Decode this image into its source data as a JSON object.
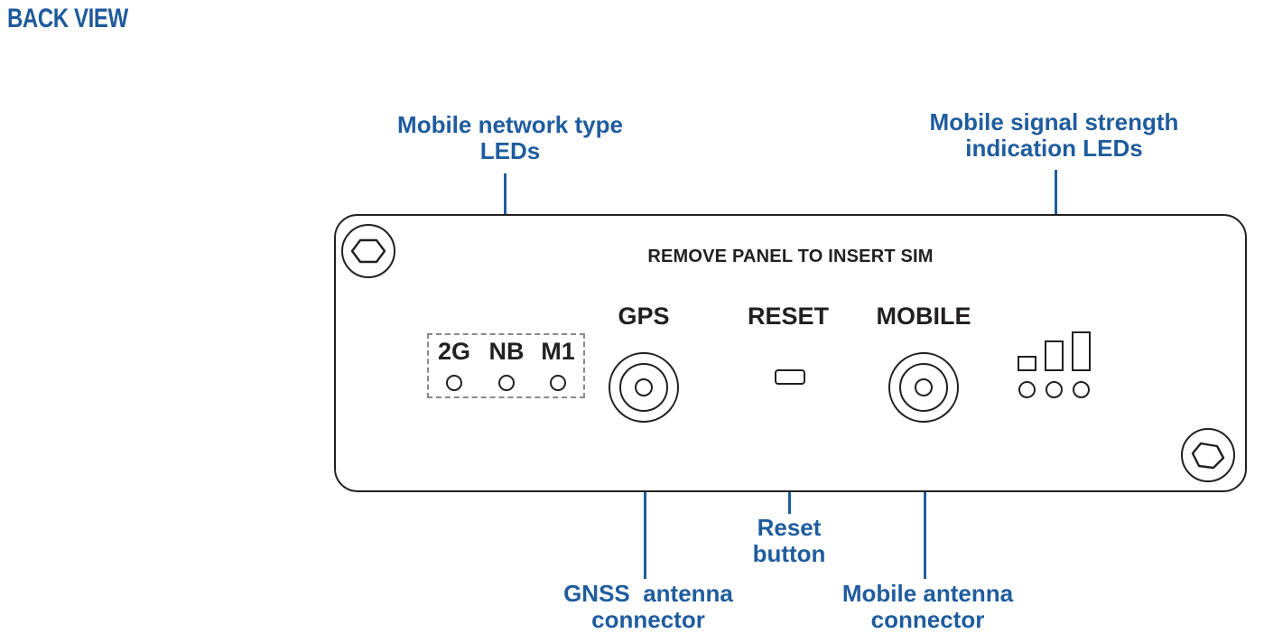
{
  "title": "BACK VIEW",
  "panel": {
    "sim_notice": "REMOVE PANEL TO INSERT SIM",
    "component_labels": {
      "gps": "GPS",
      "reset": "RESET",
      "mobile": "MOBILE"
    },
    "network_leds": {
      "tags": [
        "2G",
        "NB",
        "M1"
      ]
    },
    "signal_leds": {
      "bar_count": 3,
      "dot_count": 3
    },
    "screws": [
      {
        "position": "top-left"
      },
      {
        "position": "bottom-right"
      }
    ]
  },
  "callouts": [
    {
      "id": "mobile-network-type-leds",
      "text": "Mobile network type\nLEDs",
      "position": "top-left"
    },
    {
      "id": "mobile-signal-strength-leds",
      "text": "Mobile signal strength\nindication LEDs",
      "position": "top-right"
    },
    {
      "id": "gnss-antenna-connector",
      "text": "GNSS  antenna\nconnector",
      "position": "bottom-left"
    },
    {
      "id": "reset-button",
      "text": "Reset\nbutton",
      "position": "bottom-middle"
    },
    {
      "id": "mobile-antenna-connector",
      "text": "Mobile antenna\nconnector",
      "position": "bottom-right"
    }
  ],
  "colors": {
    "accent_blue": "#1f5c9e",
    "title_blue": "#1e5a9c",
    "line_black": "#231f20",
    "dashed_gray": "#8a8a8a",
    "background": "#ffffff"
  }
}
